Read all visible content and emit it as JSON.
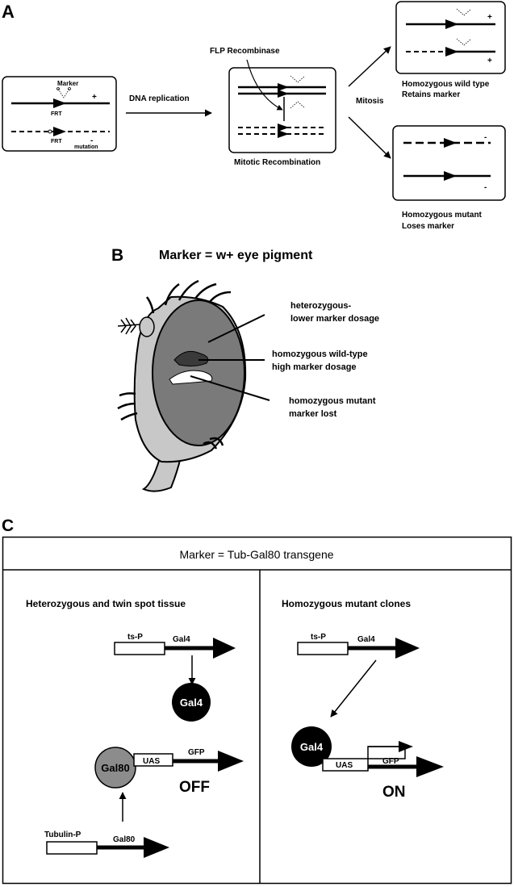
{
  "panel_a": {
    "letter": "A",
    "start_marker": "Marker",
    "frt_top": "FRT",
    "frt_bottom": "FRT",
    "plus": "+",
    "minus": "-",
    "mutation": "mutation",
    "dna_replication": "DNA replication",
    "flp_recombinase": "FLP Recombinase",
    "mitotic_recombination": "Mitotic Recombination",
    "mitosis": "Mitosis",
    "wild_type_line1": "Homozygous wild type",
    "wild_type_line2": "Retains marker",
    "mutant_line1": "Homozygous mutant",
    "mutant_line2": "Loses marker"
  },
  "panel_b": {
    "letter": "B",
    "title": "Marker = w+ eye pigment",
    "hetero_line1": "heterozygous-",
    "hetero_line2": "lower marker dosage",
    "wt_line1": "homozygous wild-type",
    "wt_line2": "high marker dosage",
    "mut_line1": "homozygous mutant",
    "mut_line2": "marker lost"
  },
  "panel_c": {
    "letter": "C",
    "title": "Marker = Tub-Gal80 transgene",
    "left_heading": "Heterozygous and twin spot tissue",
    "right_heading": "Homozygous mutant clones",
    "ts_p": "ts-P",
    "gal4": "Gal4",
    "gal80": "Gal80",
    "uas": "UAS",
    "gfp": "GFP",
    "off": "OFF",
    "on": "ON",
    "tubulin_p": "Tubulin-P"
  },
  "colors": {
    "eye_dark": "#7a7a7a",
    "head_light": "#c8c8c8",
    "gal80_fill": "#8c8c8c"
  }
}
